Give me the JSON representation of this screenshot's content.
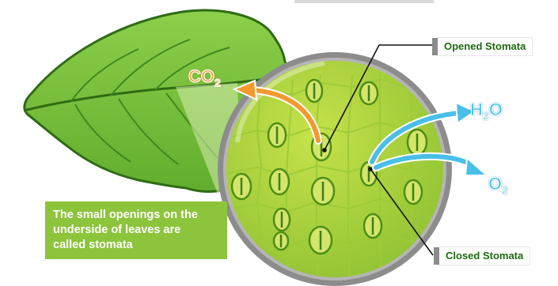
{
  "labels": {
    "opened": "Opened Stomata",
    "closed": "Closed Stomata"
  },
  "caption": {
    "line1": "The small openings on the",
    "line2": "underside of leaves are",
    "line3": "called stomata"
  },
  "gases": {
    "co2_main": "CO",
    "co2_sub": "2",
    "h2o_h": "H",
    "h2o_sub": "2",
    "h2o_o": "O",
    "o2_main": "O",
    "o2_sub": "2"
  },
  "colors": {
    "leaf_green": "#7cc242",
    "leaf_dark": "#3f7d1c",
    "cell_green": "#a9d43b",
    "lens_rim": "#8a8a8a",
    "co2_arrow": "#f29a2e",
    "water_arrow": "#49bfe8",
    "caption_bg": "#8cc43b",
    "label_text": "#1e6a10"
  }
}
